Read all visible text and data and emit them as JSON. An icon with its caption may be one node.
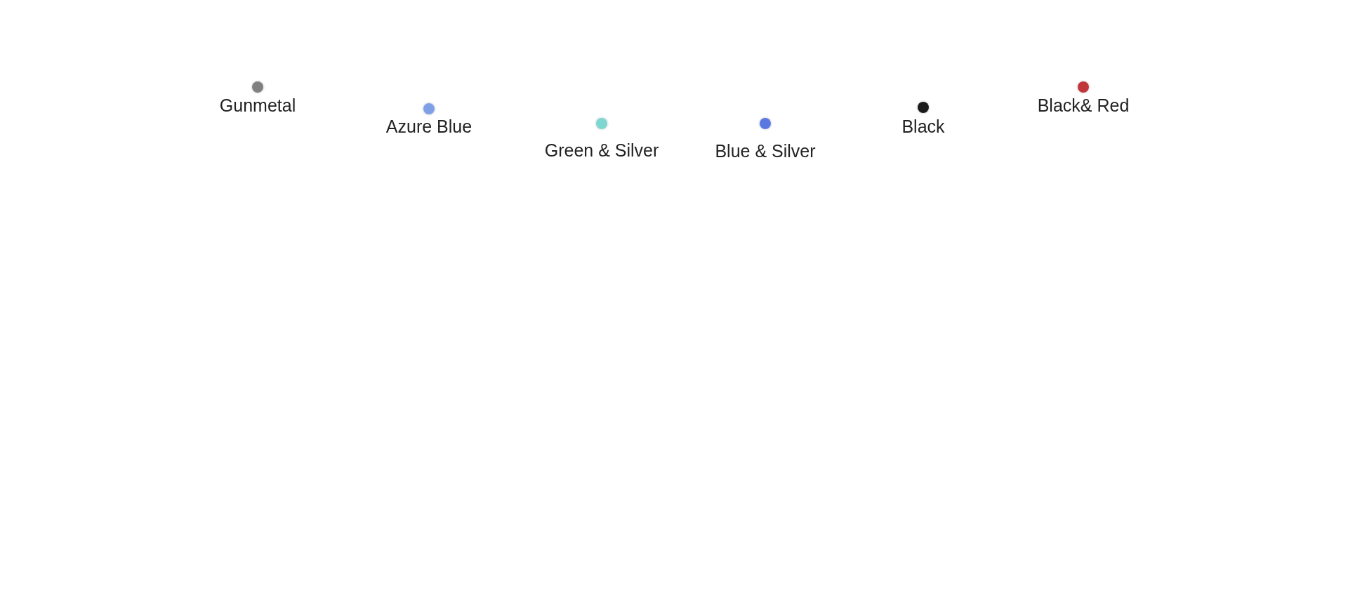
{
  "diagram": {
    "legend": [
      {
        "text": "Gunmetal",
        "color": "#808080"
      },
      {
        "text": "Azure Blue",
        "color": "#7fa0e6"
      },
      {
        "text": "Green & Silver",
        "color": "#7dd6d0"
      },
      {
        "text": "Blue & Silver",
        "color": "#5b78e0"
      },
      {
        "text": "Black",
        "color": "#1a1a1a"
      },
      {
        "text": "Black& Red",
        "color": "#c0363a"
      }
    ]
  }
}
